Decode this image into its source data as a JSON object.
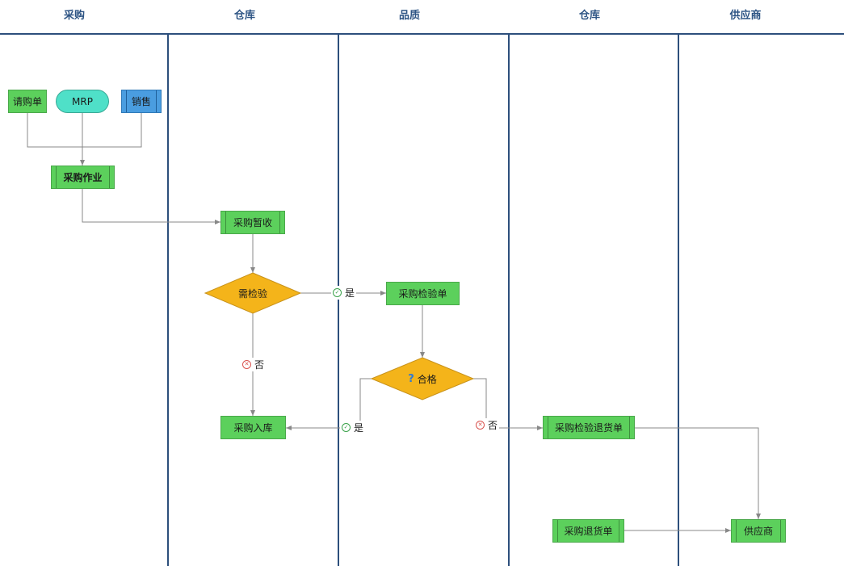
{
  "lanes": [
    "采购",
    "仓库",
    "品质",
    "仓库",
    "供应商"
  ],
  "nodes": {
    "purchase_request": "请购单",
    "mrp": "MRP",
    "sales": "销售",
    "purchase_job": "采购作业",
    "purchase_receipt": "采购暂收",
    "need_inspection": "需检验",
    "inspection_order": "采购检验单",
    "qualified": "合格",
    "purchase_stock_in": "采购入库",
    "inspection_return": "采购检验退货单",
    "purchase_return": "采购退货单",
    "supplier": "供应商"
  },
  "edge_labels": {
    "need_yes": "是",
    "need_no": "否",
    "qualified_yes": "是",
    "qualified_no": "否"
  },
  "colors": {
    "lane_line": "#2d4f7c",
    "header_text": "#2d5484",
    "process": "#5cd05c",
    "decision": "#f4b41a",
    "terminator": "#4fe0c8",
    "subprocess_blue": "#4a9de0",
    "connector": "#888888",
    "yes": "#3aa24a",
    "no": "#d9534f"
  },
  "icons": {
    "yes": "check-circle-icon",
    "no": "x-circle-icon",
    "question": "question-icon"
  }
}
